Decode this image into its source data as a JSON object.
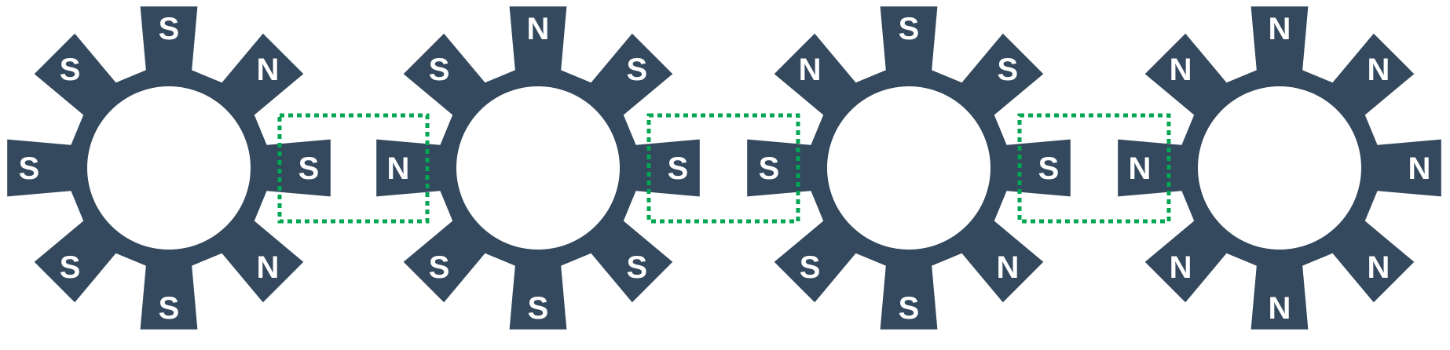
{
  "colors": {
    "gear": "#34495e",
    "label": "#ffffff",
    "highlight": "#00a651"
  },
  "gears": [
    {
      "name": "gear-1",
      "poles": [
        "S",
        "N",
        "S",
        "N",
        "S",
        "S",
        "S",
        "S"
      ]
    },
    {
      "name": "gear-2",
      "poles": [
        "N",
        "S",
        "S",
        "S",
        "S",
        "S",
        "N",
        "S"
      ]
    },
    {
      "name": "gear-3",
      "poles": [
        "S",
        "S",
        "S",
        "N",
        "S",
        "S",
        "S",
        "N"
      ]
    },
    {
      "name": "gear-4",
      "poles": [
        "N",
        "N",
        "N",
        "N",
        "N",
        "N",
        "N",
        "N"
      ]
    }
  ],
  "highlights": [
    {
      "between": [
        1,
        2
      ]
    },
    {
      "between": [
        2,
        3
      ]
    },
    {
      "between": [
        3,
        4
      ]
    }
  ]
}
